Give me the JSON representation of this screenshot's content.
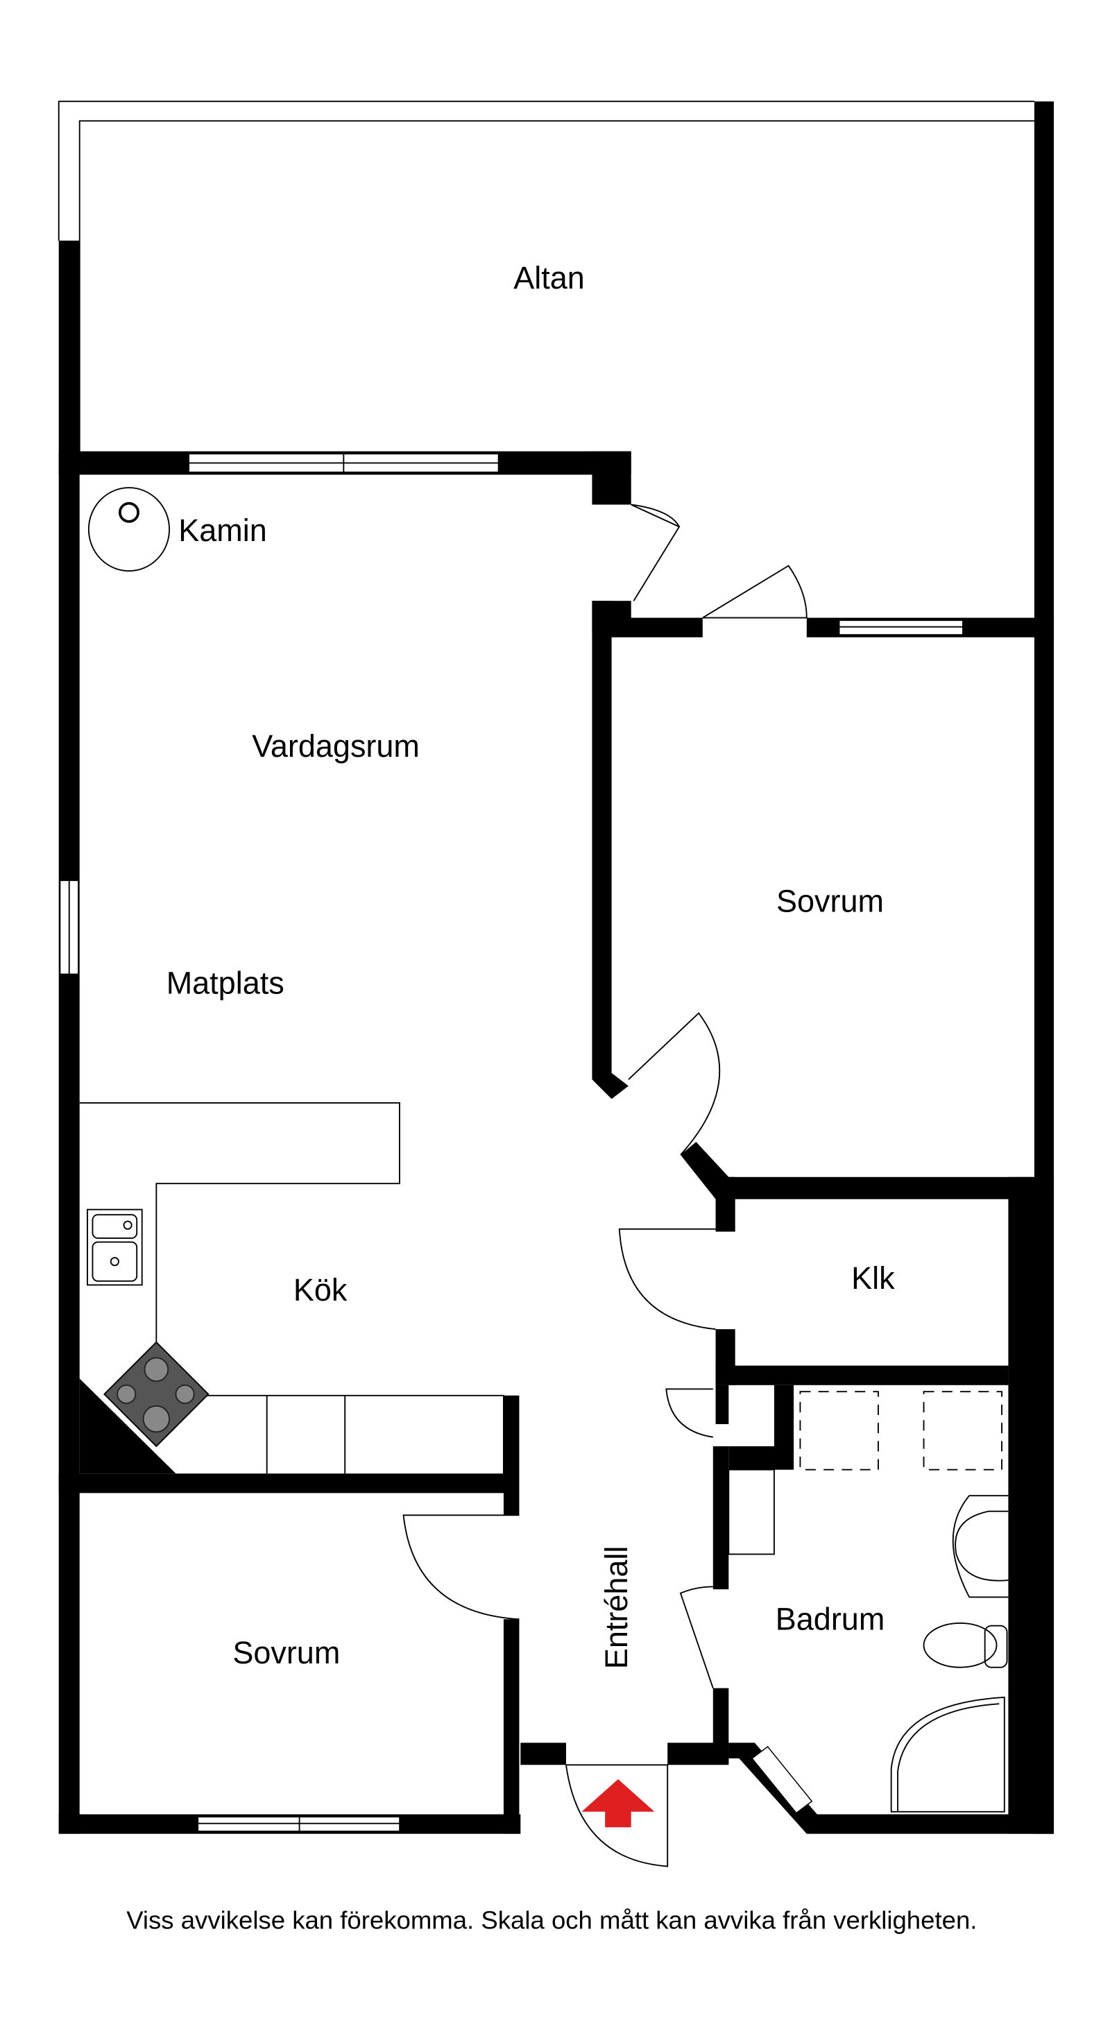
{
  "rooms": {
    "altan": "Altan",
    "kamin": "Kamin",
    "vardagsrum": "Vardagsrum",
    "sovrum_1": "Sovrum",
    "matplats": "Matplats",
    "kok": "Kök",
    "klk": "Klk",
    "badrum": "Badrum",
    "sovrum_2": "Sovrum",
    "entrehall": "Entréhall"
  },
  "disclaimer": "Viss avvikelse kan förekomma. Skala och mått kan avvika från verkligheten.",
  "colors": {
    "walls": "#000000",
    "entrance_arrow": "#e02020",
    "stove": "#555555"
  },
  "icons": [
    "fireplace-icon",
    "sink-icon",
    "stove-icon",
    "washbasin-icon",
    "toilet-icon",
    "shower-icon",
    "entrance-arrow-icon"
  ]
}
